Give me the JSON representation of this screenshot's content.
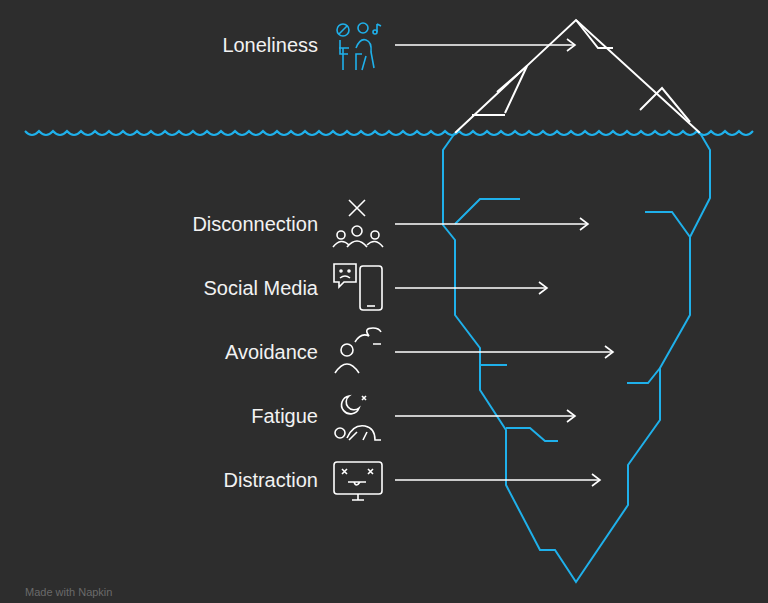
{
  "diagram": {
    "labels": [
      "Loneliness",
      "Disconnection",
      "Social Media",
      "Avoidance",
      "Fatigue",
      "Distraction",
      "Made with Napkin"
    ]
  }
}
